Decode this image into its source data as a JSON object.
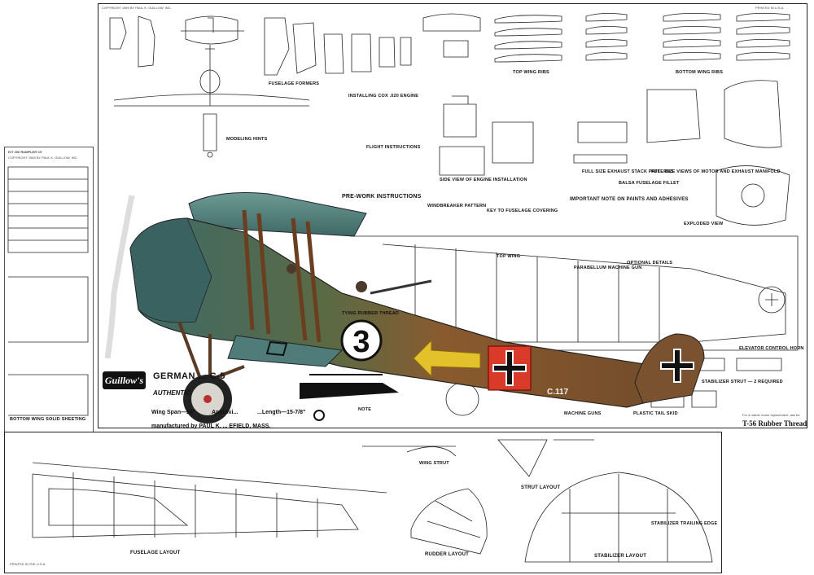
{
  "sheet": {
    "copyright_top": "COPYRIGHT 1969 BY PAUL K. GUILLOW, INC.",
    "printed": "PRINTED IN U.S.A.",
    "kit_code": "KIT 206  RUMPLER C5",
    "copyright_left": "COPYRIGHT 1969 BY PAUL K. GUILLOW, INC.",
    "printed_bottom": "PRINTED IN THE U.S.A."
  },
  "branding": {
    "logo": "Guillow's",
    "title": "GERMAN ... C-5",
    "subtitle": "AUTHENTIC",
    "wingspan": "Wing Span—24\"",
    "approx": "Approxi...",
    "length": "...Length—15-7/8\"",
    "manufacturer": "manufactured by PAUL K. ... EFIELD, MASS.",
    "thread_note": "T-56 Rubber Thread",
    "thread_caption": "For a rubber motor replacement, ask for"
  },
  "labels": {
    "fuselage_formers": "FUSELAGE FORMERS",
    "installing_engine": "INSTALLING COX .020 ENGINE",
    "top_wing_ribs": "TOP WING RIBS",
    "bottom_wing_ribs": "BOTTOM WING RIBS",
    "modeling_hints": "MODELING HINTS",
    "flight_instructions": "FLIGHT INSTRUCTIONS",
    "prework": "PRE-WORK INSTRUCTIONS",
    "side_view_engine": "SIDE VIEW OF ENGINE INSTALLATION",
    "windbreaker": "WINDBREAKER PATTERN",
    "key_fuselage": "KEY TO FUSELAGE COVERING",
    "important_note": "IMPORTANT NOTE ON PAINTS AND ADHESIVES",
    "exhaust_patterns": "FULL SIZE EXHAUST STACK PATTERNS",
    "balsa_fillet": "BALSA FUSELAGE FILLET",
    "motor_views": "FULL SIZE VIEWS OF MOTOR AND EXHAUST MANIFOLD",
    "optional_details": "OPTIONAL DETAILS",
    "parabellum": "PARABELLUM MACHINE GUN",
    "exploded_view": "EXPLODED VIEW",
    "tying_thread": "TYING RUBBER THREAD",
    "note": "NOTE",
    "fuselage_layout": "FUSELAGE LAYOUT",
    "rudder_layout": "RUDDER LAYOUT",
    "strut_layout": "STRUT LAYOUT",
    "stabilizer_layout": "STABILIZER LAYOUT",
    "wing_strut": "WING STRUT",
    "top_wing": "TOP WING",
    "bottom_wing": "BOTTOM WING SOLID SHEETING",
    "machine_guns": "MACHINE GUNS",
    "plastic_tail_skid": "PLASTIC TAIL SKID",
    "stabilizer_strut": "STABILIZER STRUT — 2 REQUIRED",
    "elevator": "ELEVATOR CONTROL HORN",
    "stab_trailing": "STABILIZER TRAILING EDGE"
  },
  "aircraft": {
    "number": "3",
    "serial": "C.117"
  },
  "colors": {
    "wing_teal": "#4f7c78",
    "fuselage_brown": "#8a5a2e",
    "camo_green": "#5a6b3e",
    "arrow_yellow": "#e3c12a",
    "cross_red": "#d93a2a"
  }
}
